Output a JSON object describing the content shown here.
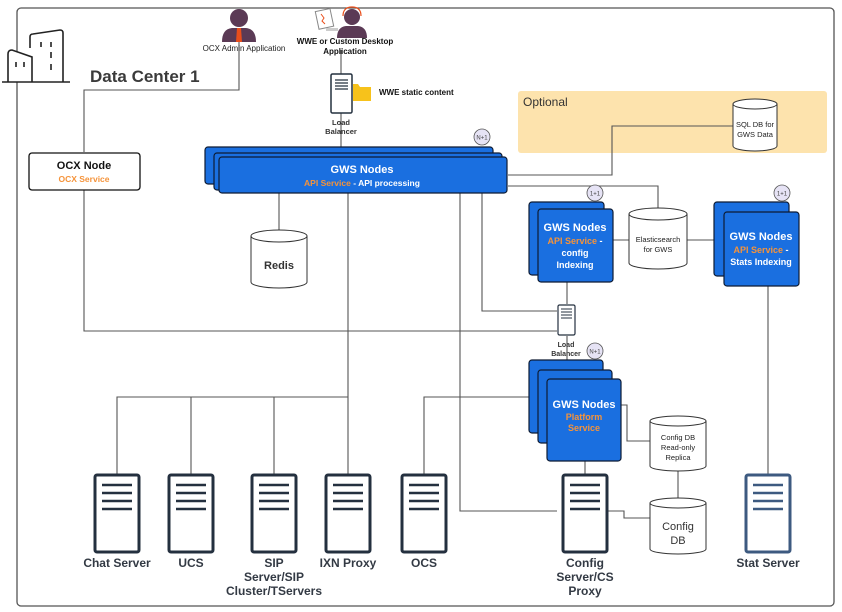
{
  "diagram": {
    "title": "Data Center 1",
    "actors": {
      "ocx_admin": {
        "label": "OCX Admin Application"
      },
      "wwe": {
        "label_line1": "WWE or Custom Desktop",
        "label_line2": "Application"
      }
    },
    "static_content": {
      "label": "WWE static content"
    },
    "load_balancer_top": {
      "label_line1": "Load",
      "label_line2": "Balancer"
    },
    "load_balancer_mid": {
      "label_line1": "Load",
      "label_line2": "Balancer"
    },
    "optional_zone": {
      "label": "Optional",
      "sql_db": {
        "line1": "SQL DB for",
        "line2": "GWS Data"
      }
    },
    "ocx_node": {
      "title": "OCX Node",
      "service": "OCX Service"
    },
    "gws_api": {
      "title": "GWS Nodes",
      "service": "API Service",
      "suffix": " - API processing",
      "badge": "N+1"
    },
    "redis": {
      "label": "Redis"
    },
    "gws_config_idx": {
      "title": "GWS Nodes",
      "service": "API Service",
      "suffix": " -",
      "line3": "config",
      "line4": "Indexing",
      "badge": "1+1"
    },
    "elasticsearch": {
      "line1": "Elasticsearch",
      "line2": "for GWS"
    },
    "gws_stats_idx": {
      "title": "GWS Nodes",
      "service": "API Service",
      "suffix": " -",
      "line3": "Stats Indexing",
      "badge": "1+1"
    },
    "gws_platform": {
      "title": "GWS Nodes",
      "line2": "Platform",
      "line3": "Service",
      "badge": "N+1"
    },
    "config_replica": {
      "line1": "Config DB",
      "line2": "Read-only",
      "line3": "Replica"
    },
    "config_db": {
      "line1": "Config",
      "line2": "DB"
    },
    "servers": [
      {
        "line1": "Chat Server"
      },
      {
        "line1": "UCS"
      },
      {
        "line1": "SIP",
        "line2": "Server/SIP",
        "line3": "Cluster/TServers"
      },
      {
        "line1": "IXN Proxy"
      },
      {
        "line1": "OCS"
      },
      {
        "line1": "Config",
        "line2": "Server/CS",
        "line3": "Proxy"
      },
      {
        "line1": "Stat Server"
      }
    ]
  },
  "colors": {
    "node_blue": "#1a6fe0",
    "node_border": "#0d1b33",
    "accent_orange": "#f5933a",
    "optional_bg": "#fde3ad",
    "line": "#555555",
    "badge_bg": "#e6e3f5",
    "server_dark": "#24303f",
    "server_blue": "#3d5a80",
    "actor_purple": "#5b3a55",
    "actor_tie": "#e94e1b",
    "folder": "#f7c21b"
  }
}
